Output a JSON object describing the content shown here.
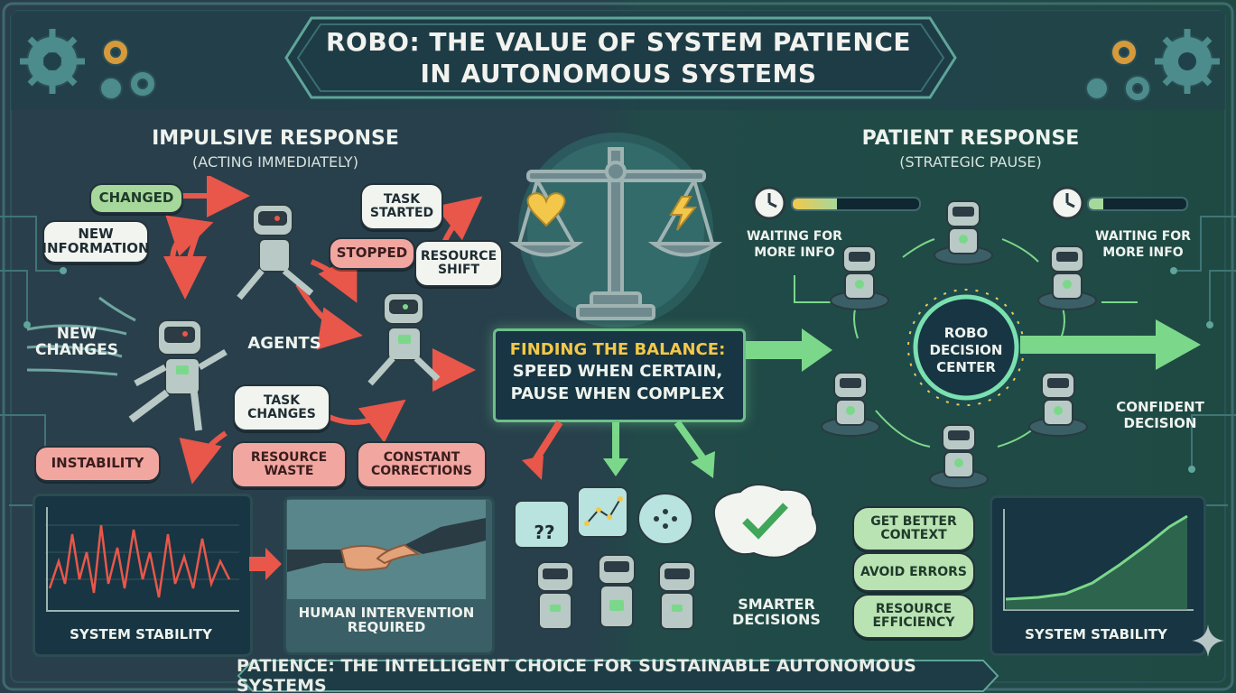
{
  "title": {
    "line1": "ROBO: THE VALUE OF SYSTEM PATIENCE",
    "line2": "IN AUTONOMOUS SYSTEMS"
  },
  "left": {
    "heading": "IMPULSIVE RESPONSE",
    "subheading": "(ACTING IMMEDIATELY)",
    "labels": {
      "changed": "CHANGED",
      "new_information": "NEW INFORMATION",
      "task_started": "TASK STARTED",
      "stopped": "STOPPED",
      "resource_shift": "RESOURCE SHIFT",
      "new_changes": "NEW CHANGES",
      "agents": "AGENTS",
      "task_changes": "TASK CHANGES",
      "instability": "INSTABILITY",
      "resource_waste": "RESOURCE WASTE",
      "constant_corrections": "CONSTANT CORRECTIONS"
    },
    "chart_label": "SYSTEM STABILITY",
    "intervention_label": "HUMAN INTERVENTION REQUIRED"
  },
  "center": {
    "balance_line1": "FINDING THE BALANCE:",
    "balance_line2": "SPEED WHEN CERTAIN,",
    "balance_line3": "PAUSE WHEN COMPLEX",
    "bubble_question": "??",
    "smarter_decisions": "SMARTER DECISIONS"
  },
  "right": {
    "heading": "PATIENT RESPONSE",
    "subheading": "(STRATEGIC PAUSE)",
    "waiting_left": "WAITING FOR MORE INFO",
    "waiting_right": "WAITING FOR MORE INFO",
    "center_label": "ROBO DECISION CENTER",
    "confident_decision": "CONFIDENT DECISION",
    "benefits": [
      "GET BETTER CONTEXT",
      "AVOID ERRORS",
      "RESOURCE EFFICIENCY"
    ],
    "chart_label": "SYSTEM STABILITY"
  },
  "footer": "PATIENCE: THE INTELLIGENT CHOICE FOR SUSTAINABLE AUTONOMOUS SYSTEMS",
  "colors": {
    "accent_green": "#7bd88a",
    "accent_red": "#e8574a",
    "accent_yellow": "#f3c84a",
    "pill_green": "#a6d89b",
    "pill_red": "#f2a6a0"
  },
  "icons": [
    "gear-icon",
    "clock-icon",
    "heart-icon",
    "lightning-icon",
    "check-icon",
    "robot-icon",
    "scale-icon",
    "handshake-icon"
  ],
  "progress": {
    "left_wait": 0.35,
    "right_wait": 0.15
  }
}
